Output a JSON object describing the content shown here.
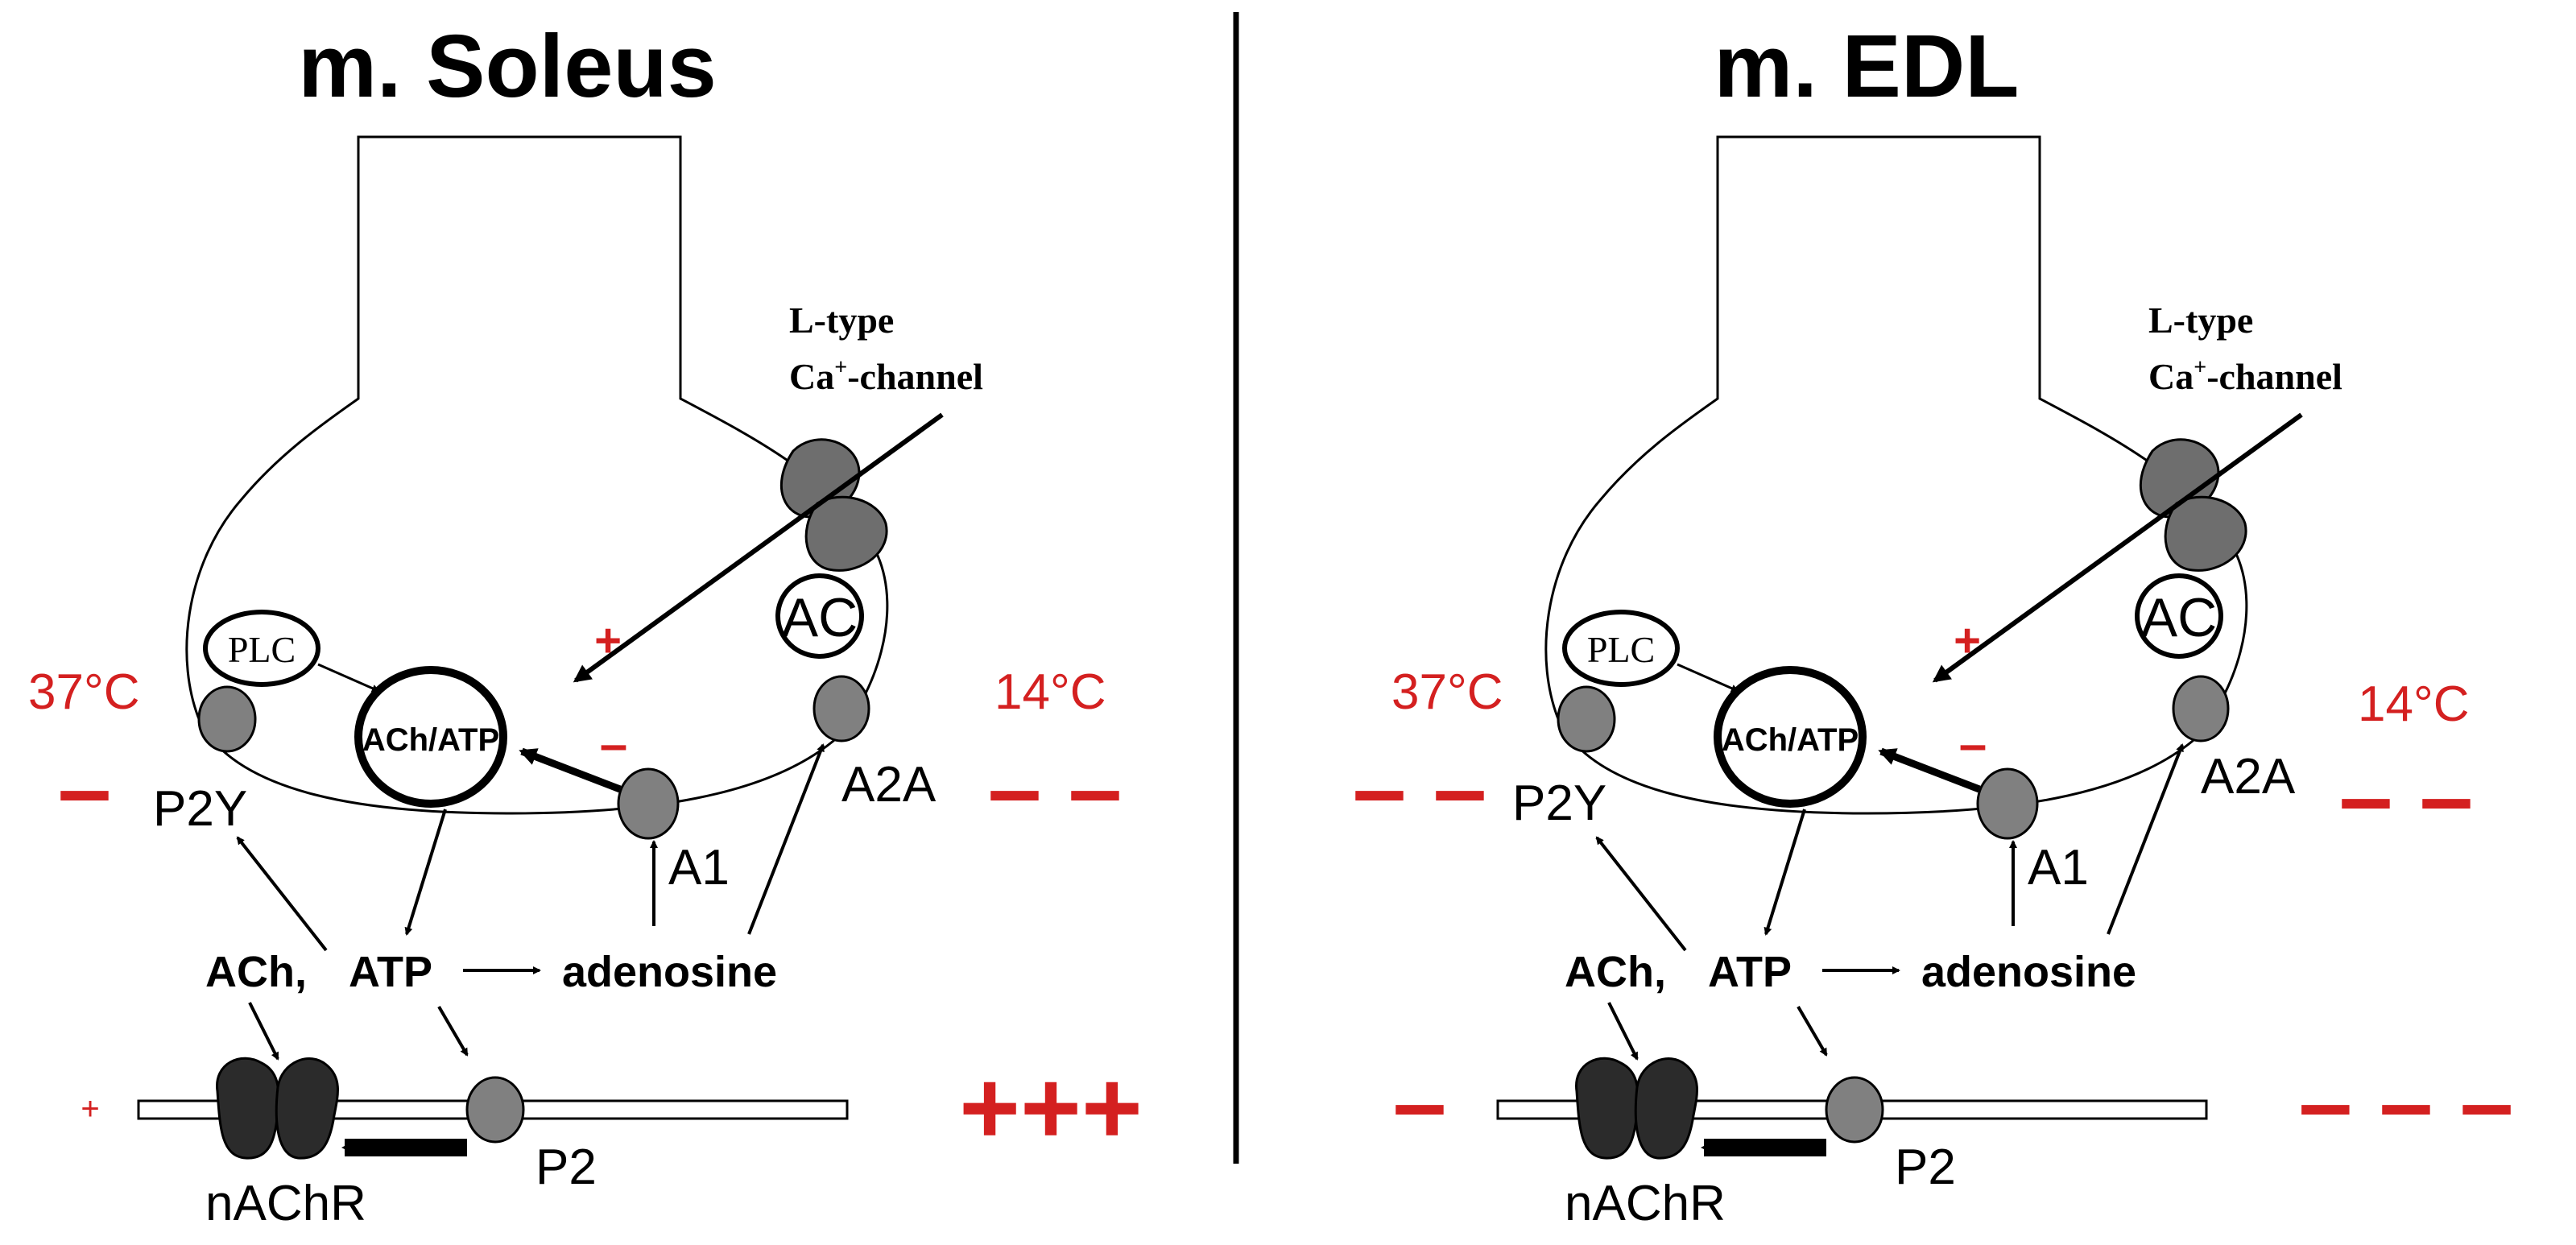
{
  "colors": {
    "line": "#000000",
    "receptor_fill": "#808080",
    "channel_fill": "#6e6e6e",
    "nachr_fill": "#2b2b2b",
    "accent_red": "#d42020"
  },
  "panels": [
    {
      "title": "m. Soleus",
      "temp_warm": "37°C",
      "temp_cold": "14°C",
      "p2y_warm": "–",
      "p2y_cold": "– –",
      "presyn_plus": "+",
      "presyn_minus": "–",
      "p2_warm": "+",
      "p2_cold": "+++",
      "labels": {
        "l_type_line1": "L-type",
        "l_type_ca": "Ca",
        "l_type_sup": "+",
        "l_type_rest": "-channel",
        "plc": "PLC",
        "ac": "AC",
        "vesicle": "ACh/ATP",
        "p2y": "P2Y",
        "a1": "A1",
        "a2a": "A2A",
        "ach": "ACh,",
        "atp": "ATP",
        "adenosine": "adenosine",
        "nachr": "nAChR",
        "p2": "P2"
      }
    },
    {
      "title": "m. EDL",
      "temp_warm": "37°C",
      "temp_cold": "14°C",
      "p2y_warm": "– –",
      "p2y_cold": "– –",
      "presyn_plus": "+",
      "presyn_minus": "–",
      "p2_warm": "–",
      "p2_cold": "– – –",
      "labels": {
        "l_type_line1": "L-type",
        "l_type_ca": "Ca",
        "l_type_sup": "+",
        "l_type_rest": "-channel",
        "plc": "PLC",
        "ac": "AC",
        "vesicle": "ACh/ATP",
        "p2y": "P2Y",
        "a1": "A1",
        "a2a": "A2A",
        "ach": "ACh,",
        "atp": "ATP",
        "adenosine": "adenosine",
        "nachr": "nAChR",
        "p2": "P2"
      }
    }
  ]
}
